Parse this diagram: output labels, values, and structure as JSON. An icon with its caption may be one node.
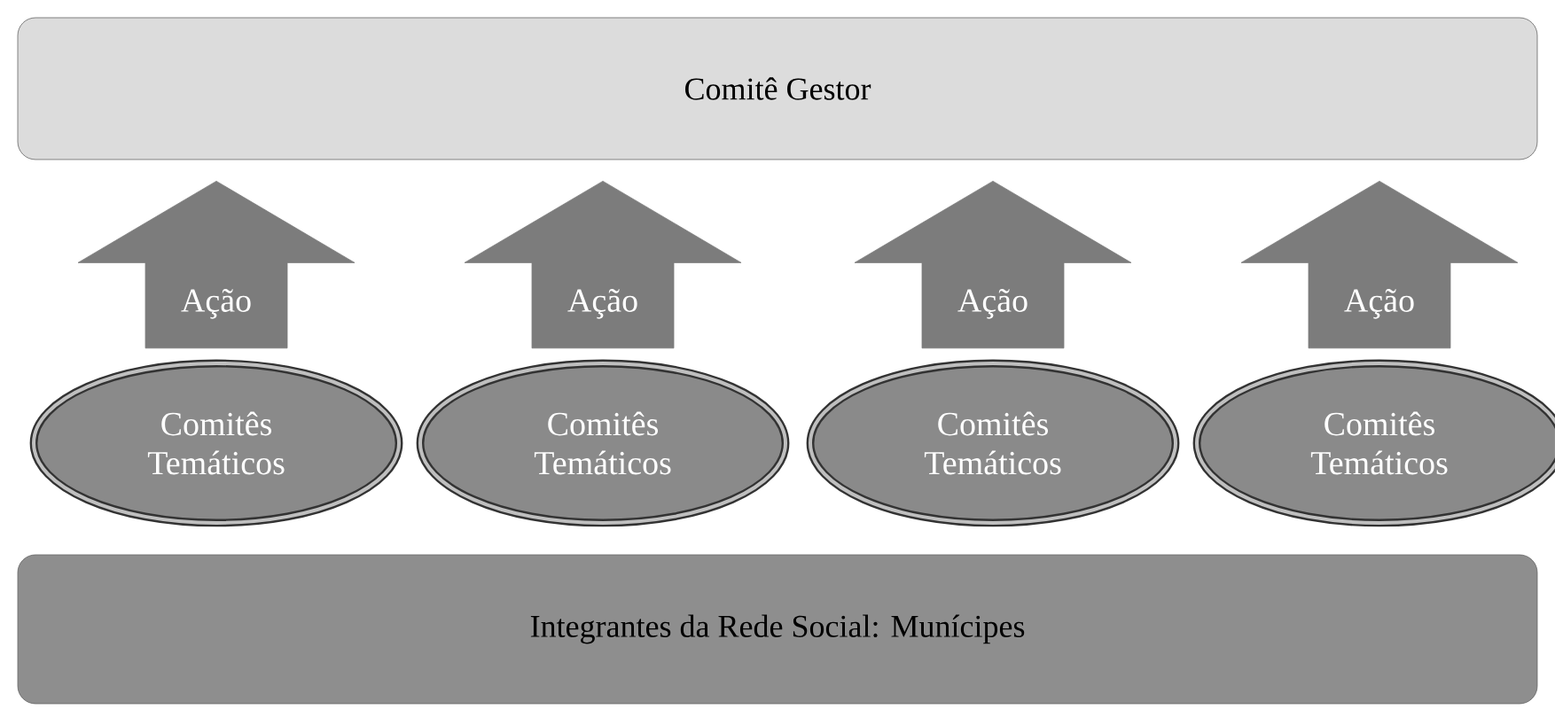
{
  "diagram": {
    "nodes": [
      {
        "text": [
          "Comitê Gestor"
        ]
      },
      {
        "text": [
          "Comitês Temáticos"
        ]
      },
      {
        "text": [
          "Comitês Temáticos"
        ]
      },
      {
        "text": [
          "Comitês Temáticos"
        ]
      },
      {
        "text": [
          "Comitês Temáticos"
        ]
      },
      {
        "text": [
          "Integrantes da Rede Social: Munícipes"
        ]
      }
    ],
    "edges": [
      {
        "from": 1,
        "to": 0,
        "arrow": "to",
        "style": "thick",
        "label": "Ação"
      },
      {
        "from": 2,
        "to": 0,
        "arrow": "to",
        "style": "thick",
        "label": "Ação"
      },
      {
        "from": 3,
        "to": 0,
        "arrow": "to",
        "style": "thick",
        "label": "Ação"
      },
      {
        "from": 4,
        "to": 0,
        "arrow": "to",
        "style": "thick",
        "label": "Ação"
      }
    ]
  }
}
